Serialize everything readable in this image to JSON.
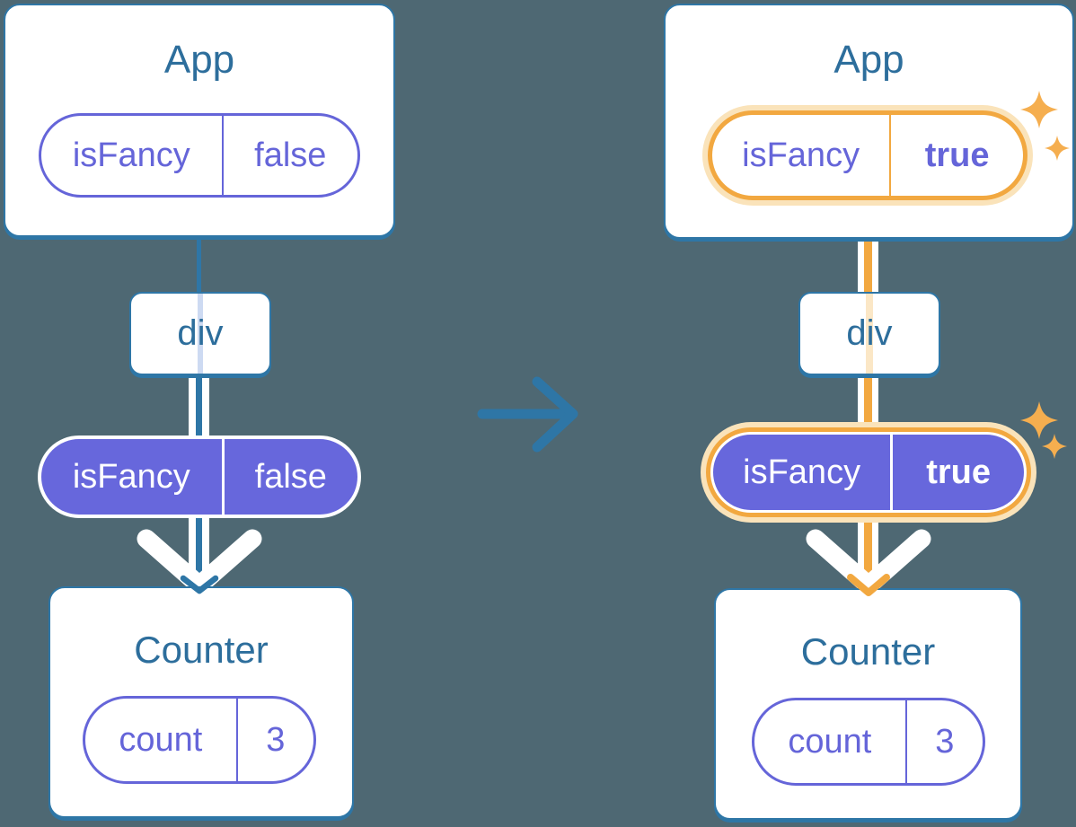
{
  "colors": {
    "background": "#4E6873",
    "card_border_blue": "#2E76A6",
    "component_title_blue": "#2D6E9C",
    "prop_purple": "#6565D9",
    "highlight_orange": "#F2A840",
    "highlight_orange_glow": "#FAE3BA",
    "sparkle_orange": "#F5AE4F",
    "white": "#FFFFFF"
  },
  "transition": {
    "arrow_icon": "right-arrow"
  },
  "before": {
    "app": {
      "title": "App"
    },
    "app_prop": {
      "key": "isFancy",
      "value": "false"
    },
    "div": {
      "title": "div"
    },
    "passed_prop": {
      "key": "isFancy",
      "value": "false"
    },
    "counter": {
      "title": "Counter"
    },
    "counter_state": {
      "key": "count",
      "value": "3"
    }
  },
  "after": {
    "app": {
      "title": "App"
    },
    "app_prop": {
      "key": "isFancy",
      "value": "true"
    },
    "div": {
      "title": "div"
    },
    "passed_prop": {
      "key": "isFancy",
      "value": "true"
    },
    "counter": {
      "title": "Counter"
    },
    "counter_state": {
      "key": "count",
      "value": "3"
    }
  }
}
